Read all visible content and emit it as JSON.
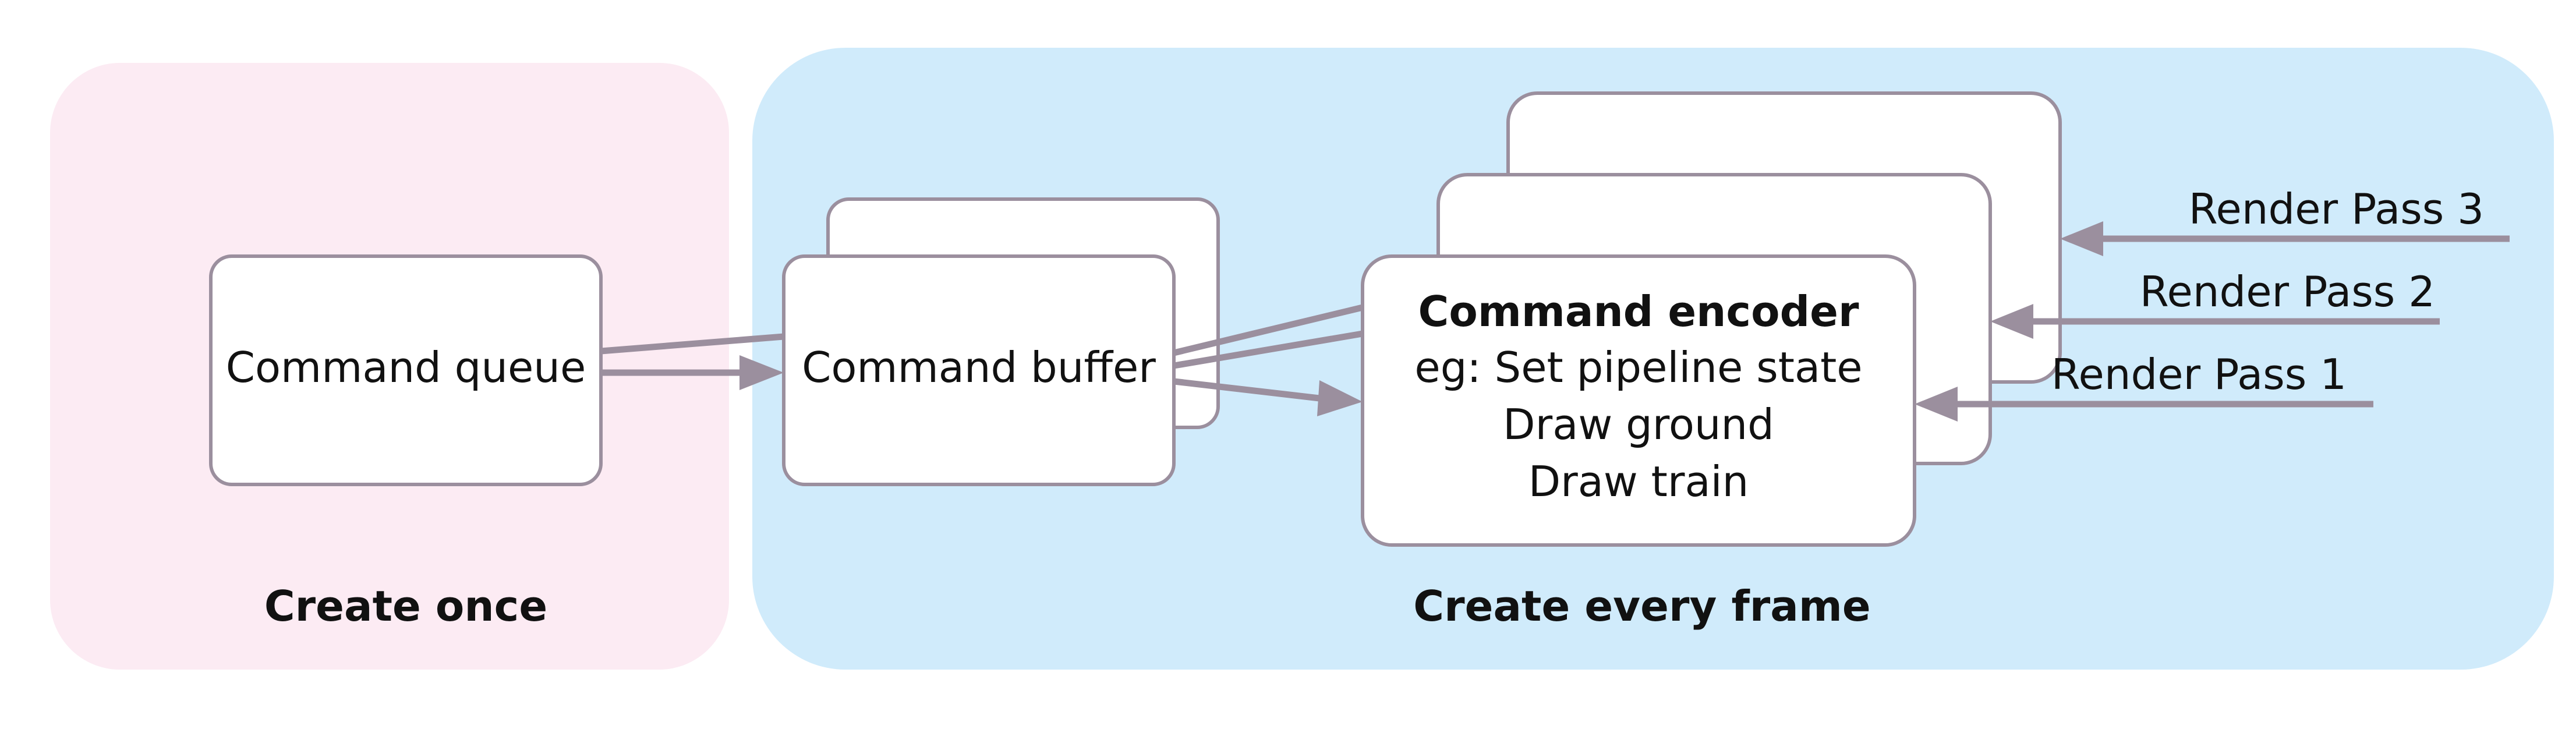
{
  "regions": {
    "create_once": "Create once",
    "create_every_frame": "Create every frame"
  },
  "nodes": {
    "command_queue": "Command queue",
    "command_buffer": "Command buffer",
    "command_encoder": {
      "title": "Command encoder",
      "lines": [
        "eg: Set pipeline state",
        "Draw ground",
        "Draw train"
      ]
    }
  },
  "render_passes": [
    "Render Pass 1",
    "Render Pass 2",
    "Render Pass 3"
  ],
  "colors": {
    "create_once_bg": "#fcebf3",
    "create_every_frame_bg": "#d0ebfb",
    "stroke": "#9b8f9e"
  }
}
